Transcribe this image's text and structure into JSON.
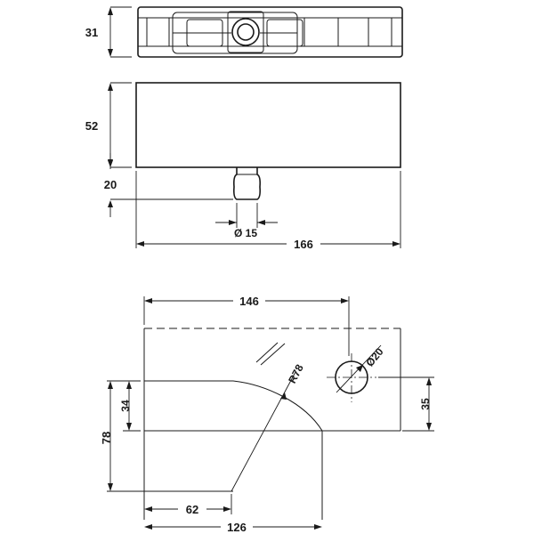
{
  "dimensions": {
    "height_top": "31",
    "body_height": "52",
    "stud_length": "20",
    "stud_diameter": "Ø 15",
    "overall_length": "166",
    "glass_width": "146",
    "cutout_depth": "34",
    "overall_height": "78",
    "hole_offset": "35",
    "hole_diameter": "Ø20",
    "cutout_radius": "R78",
    "radius_center": "62",
    "cutout_length": "126"
  }
}
